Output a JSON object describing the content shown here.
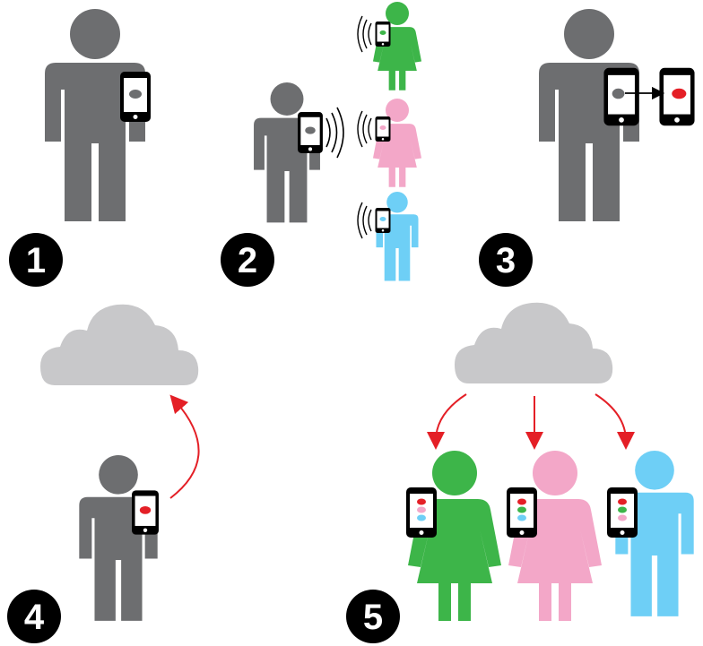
{
  "colors": {
    "gray": "#6d6e70",
    "cloud": "#c8c8ca",
    "green": "#3db549",
    "pink": "#f3a7c8",
    "blue": "#6ecff6",
    "red": "#e41f26",
    "black": "#000000",
    "phone_screen": "#ffffff"
  },
  "steps": [
    {
      "label": "1"
    },
    {
      "label": "2"
    },
    {
      "label": "3"
    },
    {
      "label": "4"
    },
    {
      "label": "5"
    }
  ],
  "icons": [
    "person-icon",
    "phone-icon",
    "wireless-signal-icon",
    "cloud-icon",
    "arrow-icon"
  ]
}
